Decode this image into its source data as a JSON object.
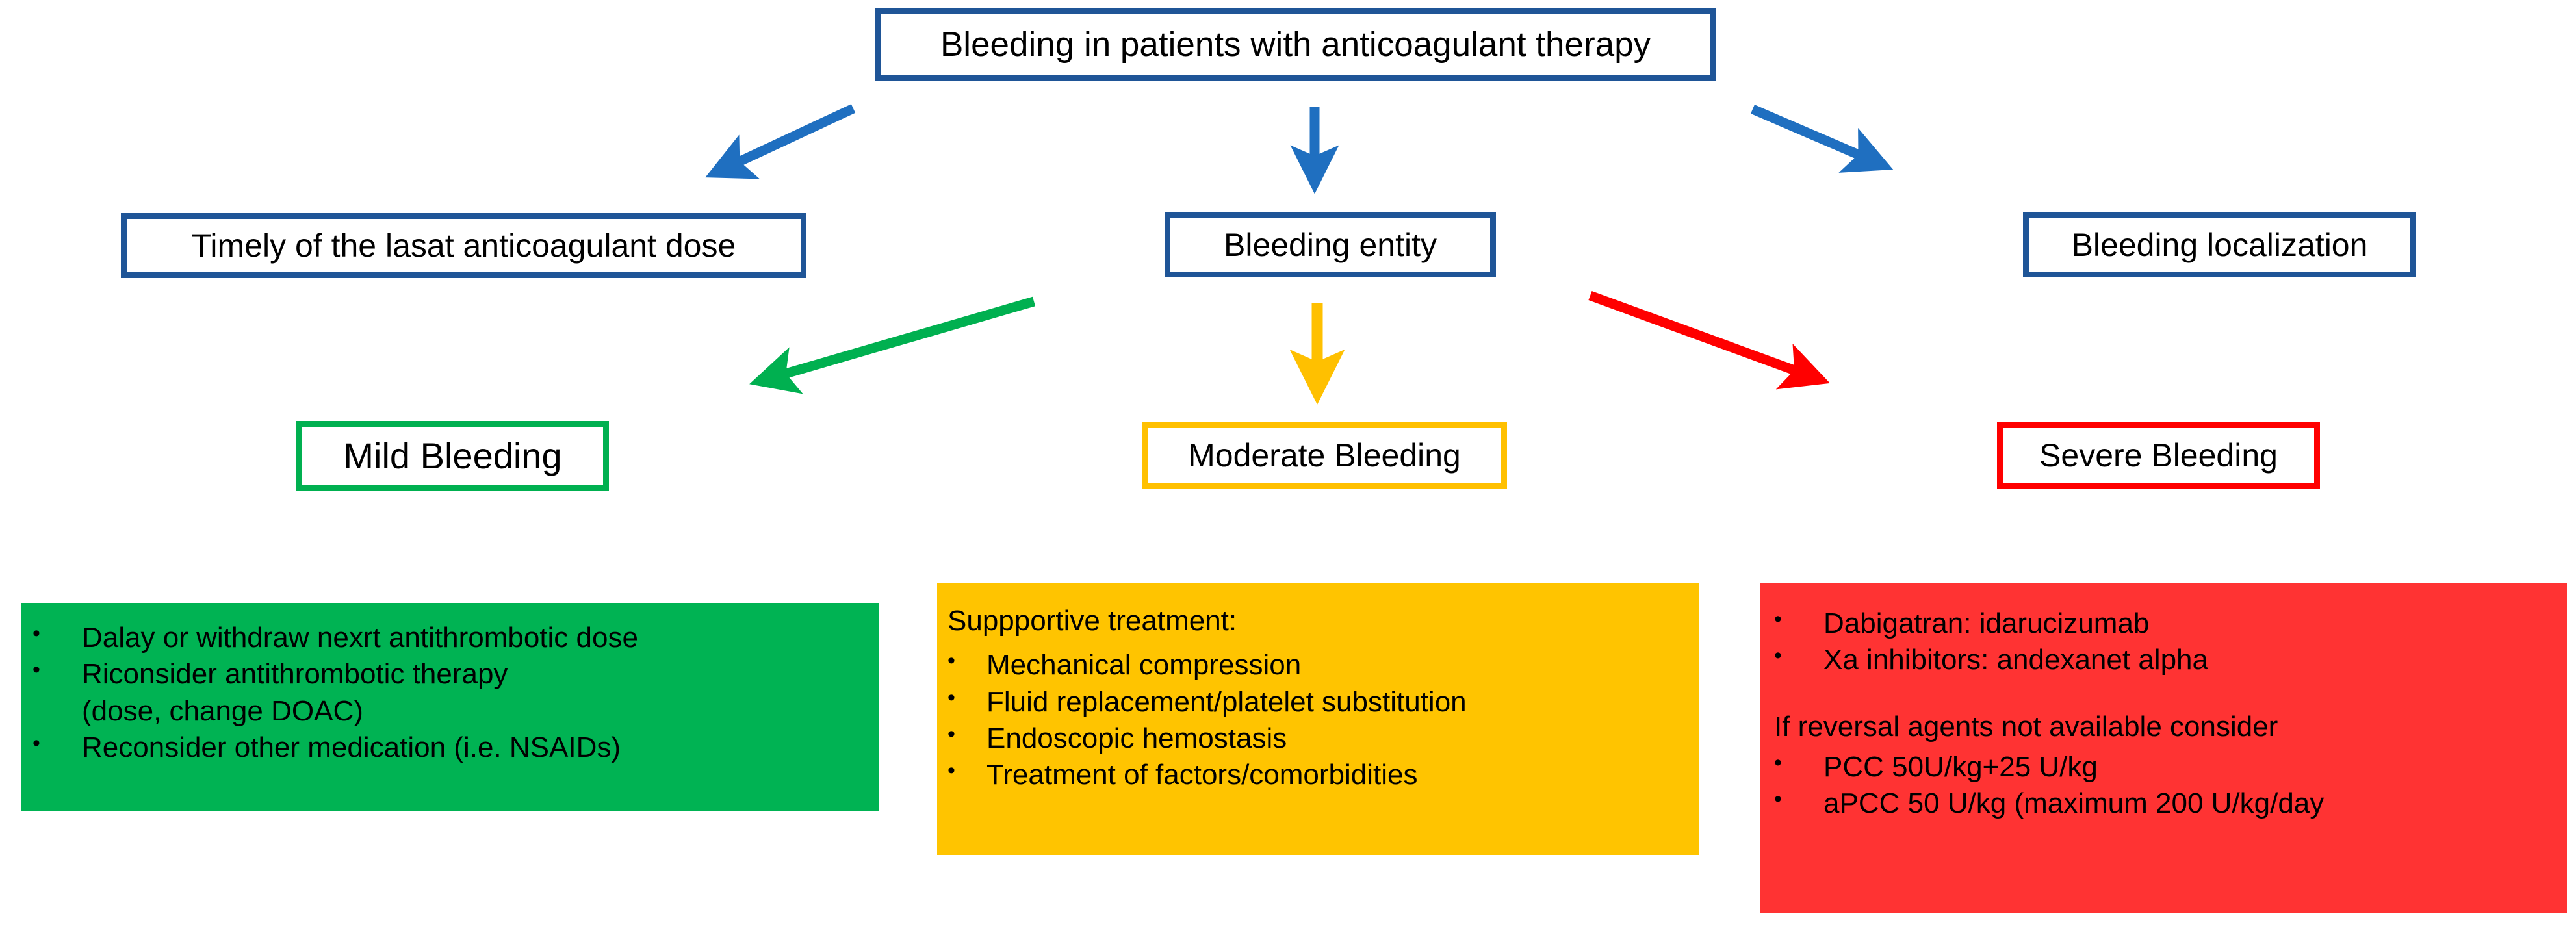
{
  "diagram": {
    "title_box": {
      "label": "Bleeding in patients with anticoagulant therapy",
      "border_color": "#1F5597"
    },
    "assessment_boxes": [
      {
        "label": "Timely of the lasat anticoagulant dose",
        "border_color": "#1F5597"
      },
      {
        "label": "Bleeding entity",
        "border_color": "#1F5597"
      },
      {
        "label": "Bleeding localization",
        "border_color": "#1F5597"
      }
    ],
    "severity_boxes": [
      {
        "label": "Mild Bleeding",
        "border_color": "#00B050"
      },
      {
        "label": "Moderate Bleeding",
        "border_color": "#FFC000"
      },
      {
        "label": "Severe Bleeding",
        "border_color": "#FF0000"
      }
    ],
    "panels": {
      "mild": {
        "fill_color": "#00B353",
        "lines": [
          {
            "bullet": "•",
            "text": "Dalay or withdraw nexrt antithrombotic dose"
          },
          {
            "bullet": "•",
            "text": "Riconsider antithrombotic therapy"
          },
          {
            "bullet": "",
            "text": "(dose, change DOAC)"
          },
          {
            "bullet": "•",
            "text": "Reconsider other medication (i.e. NSAIDs)"
          }
        ]
      },
      "moderate": {
        "fill_color": "#FFC400",
        "heading": "Suppportive treatment:",
        "lines": [
          {
            "bullet": "•",
            "text": "Mechanical compression"
          },
          {
            "bullet": "•",
            "text": "Fluid replacement/platelet substitution"
          },
          {
            "bullet": "•",
            "text": "Endoscopic hemostasis"
          },
          {
            "bullet": "•",
            "text": "Treatment of factors/comorbidities"
          }
        ]
      },
      "severe": {
        "fill_color": "#FF3333",
        "lines_top": [
          {
            "bullet": "•",
            "text": "Dabigatran: idarucizumab"
          },
          {
            "bullet": "•",
            "text": "Xa inhibitors: andexanet alpha"
          }
        ],
        "note": "If reversal agents not available consider",
        "lines_bottom": [
          {
            "bullet": "•",
            "text": "PCC 50U/kg+25 U/kg"
          },
          {
            "bullet": "•",
            "text": "aPCC  50 U/kg (maximum 200 U/kg/day"
          }
        ]
      }
    },
    "arrows": [
      {
        "name": "title-to-timely",
        "color": "#1F6FC0"
      },
      {
        "name": "title-to-bleeding-entity",
        "color": "#1F6FC0"
      },
      {
        "name": "title-to-localization",
        "color": "#1F6FC0"
      },
      {
        "name": "entity-to-mild",
        "color": "#00B050"
      },
      {
        "name": "entity-to-moderate",
        "color": "#FFC000"
      },
      {
        "name": "entity-to-severe",
        "color": "#FF0000"
      }
    ]
  }
}
